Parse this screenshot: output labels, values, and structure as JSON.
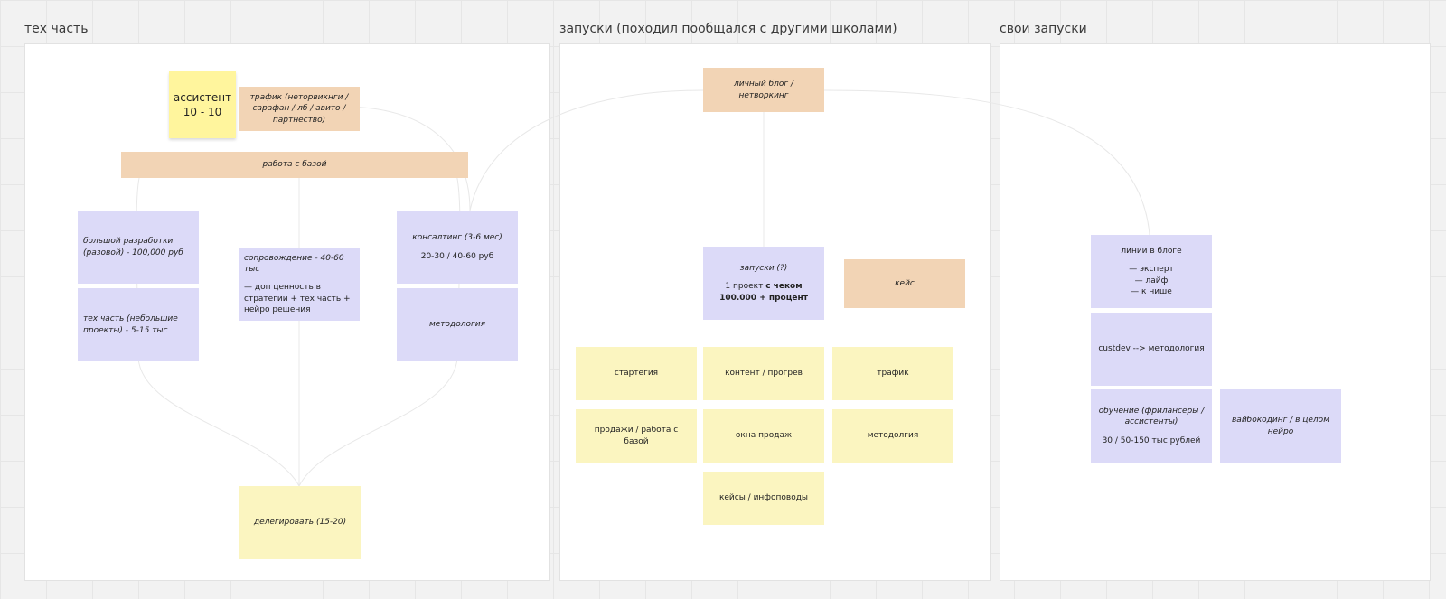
{
  "frames": {
    "tech": {
      "title": "тех часть"
    },
    "launches": {
      "title": "запуски (походил пообщался с другими школами)"
    },
    "own": {
      "title": "свои запуски"
    }
  },
  "tech": {
    "assistant": {
      "line1": "ассистент",
      "line2": "10 - 10"
    },
    "traffic": "трафик (неторвикнги / сарафан / лб / авито / партнество)",
    "base": "работа с базой",
    "big_dev": "большой разработки (разовой) - 100,000 руб",
    "small_tech": "тех часть (небольшие проекты) - 5-15 тыс",
    "support_title": "сопровождение - 40-60 тыс",
    "support_body": "— доп ценность в стратегии + тех часть + нейро решения",
    "consulting_title": "консалтинг (3-6 мес)",
    "consulting_body": "20-30 / 40-60 руб",
    "methodology": "методология",
    "delegate": "делегировать (15-20)"
  },
  "launches": {
    "blog": "личный блог / нетворкинг",
    "launch_title": "запуски (?)",
    "launch_prefix": "1 проект",
    "launch_bold": "с чеком 100.000 + процент",
    "case": "кейс",
    "grid": [
      "стартегия",
      "контент / прогрев",
      "трафик",
      "продажи / работа с базой",
      "окна продаж",
      "методолгия",
      "кейсы / инфоповоды"
    ]
  },
  "own": {
    "blog_lines_title": "линии в блоге",
    "blog_lines_1": "— эксперт",
    "blog_lines_2": "— лайф",
    "blog_lines_3": "— к нише",
    "custdev": "custdev --> методология",
    "training_title": "обучение (фрилансеры / ассистенты)",
    "training_price": "30 / 50-150 тыс рублей",
    "vibe": "вайбокодинг / в целом нейро"
  },
  "colors": {
    "orange": "#f2d4b5",
    "purple": "#dcdaf8",
    "yellow": "#fbf5c0",
    "sticky": "#fff59d"
  }
}
